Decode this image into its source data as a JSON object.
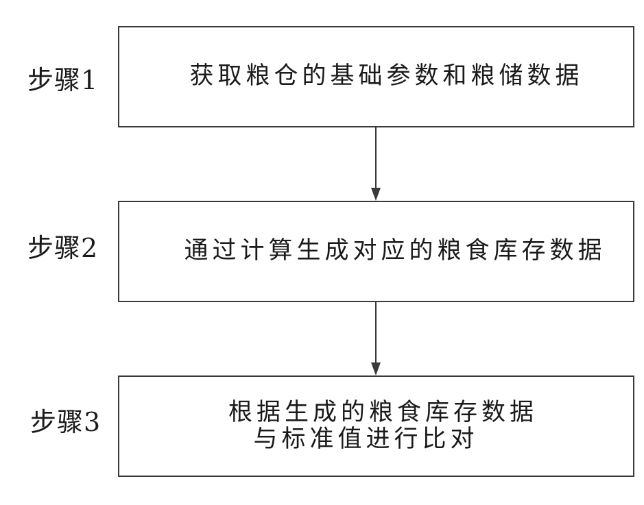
{
  "steps": [
    {
      "label": "步骤1",
      "lines": [
        "获取粮仓的基础参数和粮储数据"
      ]
    },
    {
      "label": "步骤2",
      "lines": [
        "通过计算生成对应的粮食库存数据"
      ]
    },
    {
      "label": "步骤3",
      "lines": [
        "根据生成的粮食库存数据",
        "与标准值进行比对"
      ]
    }
  ],
  "colors": {
    "line": "#3a3a3a",
    "text": "#1a1a1a"
  }
}
